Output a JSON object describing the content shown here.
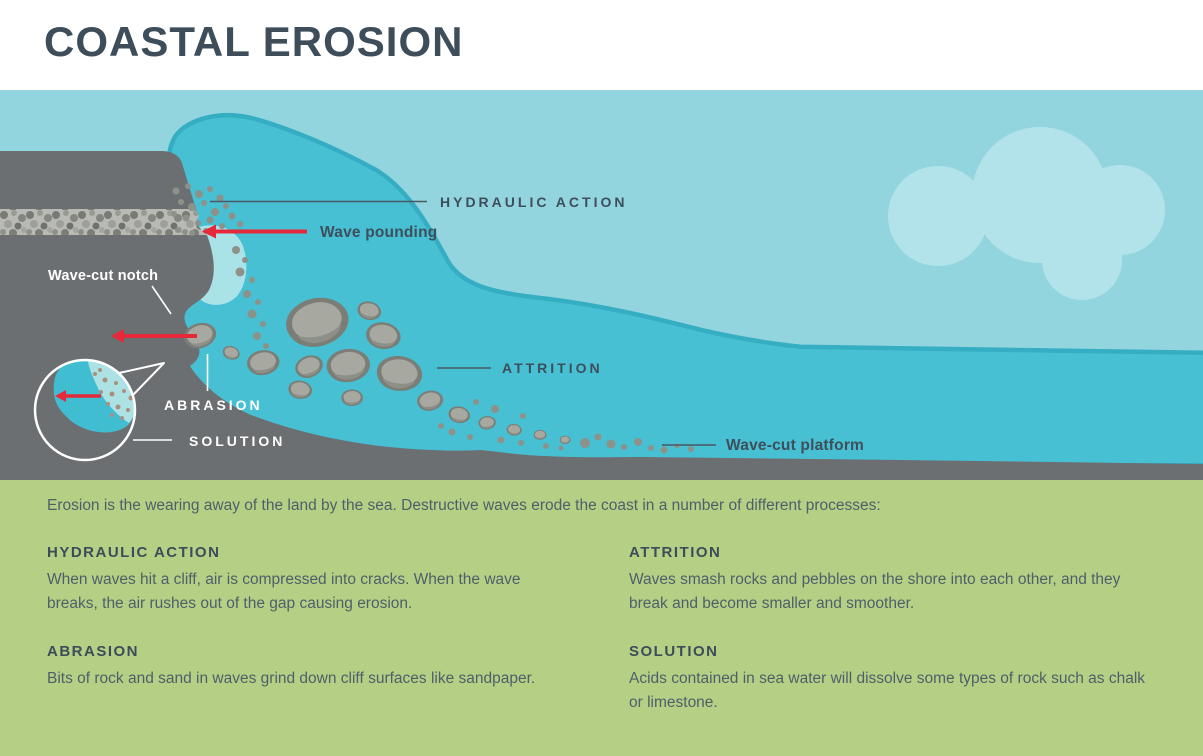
{
  "header": {
    "title": "COASTAL EROSION"
  },
  "diagram": {
    "labels": {
      "hydraulic_action": "HYDRAULIC ACTION",
      "wave_pounding": "Wave pounding",
      "wave_cut_notch": "Wave-cut notch",
      "attrition": "ATTRITION",
      "abrasion": "ABRASION",
      "solution": "SOLUTION",
      "wave_cut_platform": "Wave-cut platform"
    },
    "colors": {
      "sky": "#93d5de",
      "sea": "#47c0d4",
      "sea_rim": "#35aec3",
      "foam_pocket": "#a9e2e7",
      "cloud": "#b3e3ea",
      "cliff": "#6c6f71",
      "rock_light": "#a7a9a1",
      "rock_dark": "#7a7e76",
      "arrow_red": "#e5293a",
      "label_dark": "#3e4e5a",
      "panel_green": "#b5cf85"
    }
  },
  "info": {
    "intro": "Erosion is the wearing away of the land by the sea. Destructive waves erode the coast in a number of different processes:",
    "sections": [
      {
        "heading": "HYDRAULIC ACTION",
        "body": "When waves hit a cliff, air is compressed into cracks. When the wave breaks, the air rushes out of the gap causing erosion."
      },
      {
        "heading": "ATTRITION",
        "body": "Waves smash rocks and pebbles on the shore into each other, and they break and become smaller and smoother."
      },
      {
        "heading": "ABRASION",
        "body": "Bits of rock and sand in waves grind down cliff surfaces like sandpaper."
      },
      {
        "heading": "SOLUTION",
        "body": "Acids contained in sea water will dissolve some types of rock such as chalk or limestone."
      }
    ]
  }
}
